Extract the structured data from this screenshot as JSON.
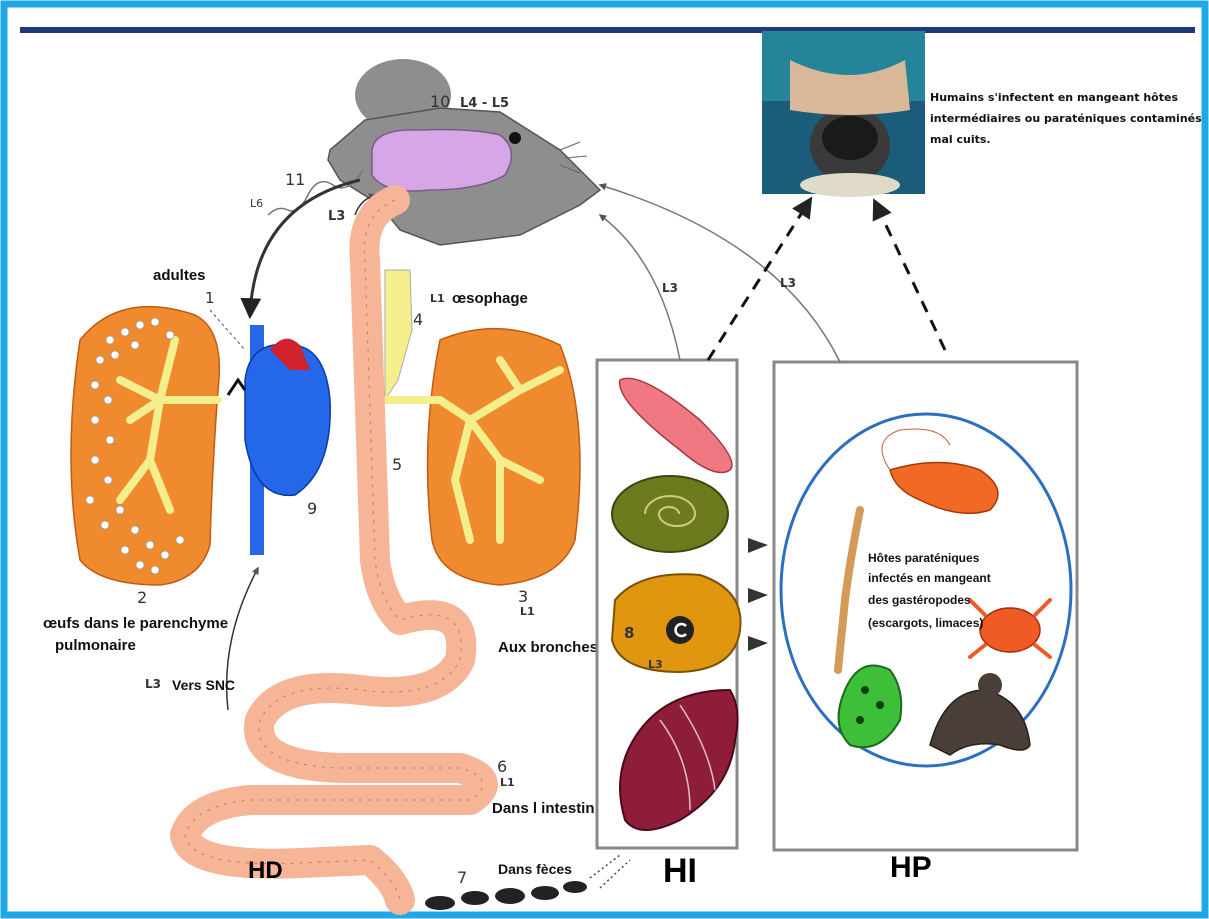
{
  "title_bar_color": "#1f3a7a",
  "frame_color": "#1fa8e8",
  "colors": {
    "lung": "#f08a2e",
    "bronchi": "#f4ef8c",
    "heart": "#2467e8",
    "gut": "#f5b596",
    "rat": "#8e8e8e",
    "brain": "#d6a6e6"
  },
  "labels": {
    "adultes": "adultes",
    "oesophage": "œsophage",
    "oeufs_line1": "œufs dans le parenchyme",
    "oeufs_line2": "pulmonaire",
    "vers_snc": "Vers SNC",
    "aux_bronches": "Aux bronches",
    "dans_intestin": "Dans l intestin.",
    "dans_feces": "Dans fèces",
    "hd": "HD",
    "hi": "HI",
    "hp": "HP"
  },
  "numbers": {
    "n1": "1",
    "n2": "2",
    "n3": "3",
    "n4": "4",
    "n5": "5",
    "n6": "6",
    "n7": "7",
    "n8": "8",
    "n9": "9",
    "n10": "10",
    "n11": "11"
  },
  "stages": {
    "l4l5": "L4 - L5",
    "l1": "L1",
    "l3": "L3",
    "l6": "L6"
  },
  "notes": {
    "humans_line1": "Humains  s'infectent  en  mangeant  hôtes",
    "humans_line2": "intermédiaires  ou  paraténiques  contaminés",
    "humans_line3": "mal cuits.",
    "paratenic_line1": "Hôtes      paraténiques",
    "paratenic_line2": "infectés  en  mangeant",
    "paratenic_line3": "des gastéropodes",
    "paratenic_line4": "(escargots, limaces)"
  },
  "icons": [
    "rat-head",
    "brain",
    "lung-left",
    "lung-right",
    "heart",
    "gut",
    "slug",
    "snail-green",
    "snail-yellow",
    "snail-red",
    "prawn",
    "crab",
    "frog",
    "otter",
    "person-photo",
    "feces"
  ]
}
